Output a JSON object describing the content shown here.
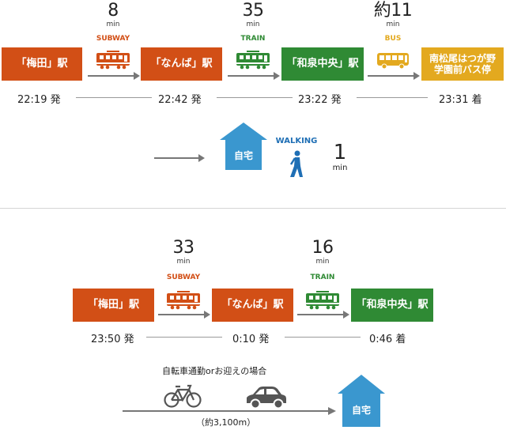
{
  "route1": {
    "stations": [
      "「梅田」駅",
      "「なんば」駅",
      "「和泉中央」駅",
      "南松尾はつが野\n学園前バス停"
    ],
    "legs": [
      {
        "minutes": "8",
        "unit": "min",
        "mode": "SUBWAY"
      },
      {
        "minutes": "35",
        "unit": "min",
        "mode": "TRAIN"
      },
      {
        "minutes": "約11",
        "unit": "min",
        "mode": "BUS"
      }
    ],
    "times": [
      "22:19 発",
      "22:42 発",
      "23:22 発",
      "23:31 着"
    ]
  },
  "walking": {
    "home": "自宅",
    "mode": "WALKING",
    "minutes": "1",
    "unit": "min"
  },
  "route2": {
    "stations": [
      "「梅田」駅",
      "「なんば」駅",
      "「和泉中央」駅"
    ],
    "legs": [
      {
        "minutes": "33",
        "unit": "min",
        "mode": "SUBWAY"
      },
      {
        "minutes": "16",
        "unit": "min",
        "mode": "TRAIN"
      }
    ],
    "times": [
      "23:50 発",
      "0:10 発",
      "0:46 着"
    ]
  },
  "bicycle": {
    "caption": "自転車通勤orお迎えの場合",
    "distance": "（約3,100m）",
    "home": "自宅"
  },
  "colors": {
    "subway": "#d24f16",
    "train": "#2f8a34",
    "bus": "#e3a91f",
    "home": "#3a97cf",
    "walk": "#1f6fb5"
  }
}
